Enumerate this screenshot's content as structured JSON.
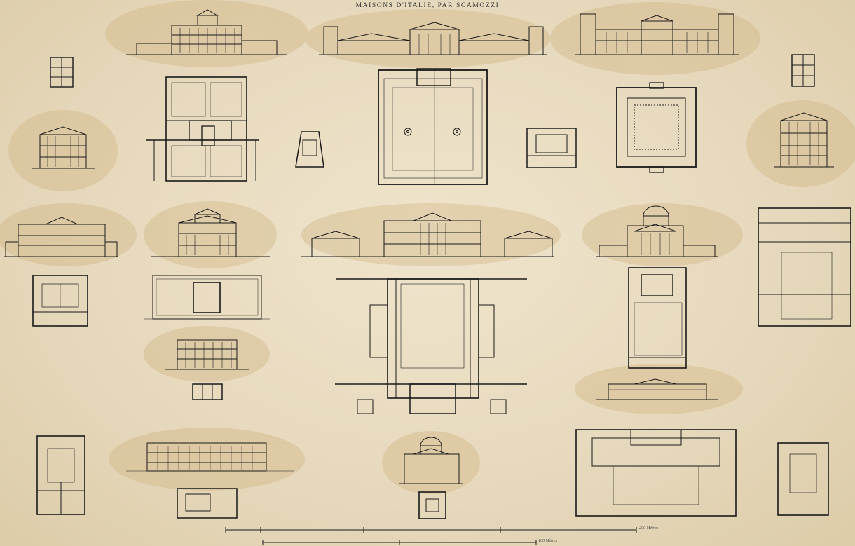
{
  "sheet": {
    "title": "MAISONS D'ITALIE, PAR SCAMOZZI",
    "scale_upper_label": "200 Mètres",
    "scale_lower_label": "100 Mètres"
  },
  "colors": {
    "paper": "#e8dcc2",
    "stain": "#c9ab74",
    "ink": "#1a1a1a"
  },
  "drawings": [
    "elevation-villa-top-left",
    "elevation-villa-top-center",
    "elevation-villa-top-right",
    "plan-small-top-left",
    "plan-courtyards-left",
    "plan-trapezoid",
    "plan-great-court",
    "plan-small-court",
    "plan-cloister",
    "plan-small-top-right",
    "elevation-palazzo-left",
    "elevation-palazzo-right",
    "elevation-long-row-1",
    "elevation-domed-2",
    "elevation-central-3",
    "elevation-rotunda-4",
    "plan-row2-left",
    "plan-row2-mid",
    "plan-large-central",
    "plan-row2-right",
    "plan-tall-right",
    "elevation-row3-left",
    "plan-row3-left-small",
    "elevation-row3-right",
    "plan-bottom-left",
    "elevation-bottom-long",
    "plan-bottom-long",
    "elevation-bottom-center",
    "plan-bottom-center",
    "plan-bottom-right-large",
    "plan-bottom-far-right"
  ]
}
